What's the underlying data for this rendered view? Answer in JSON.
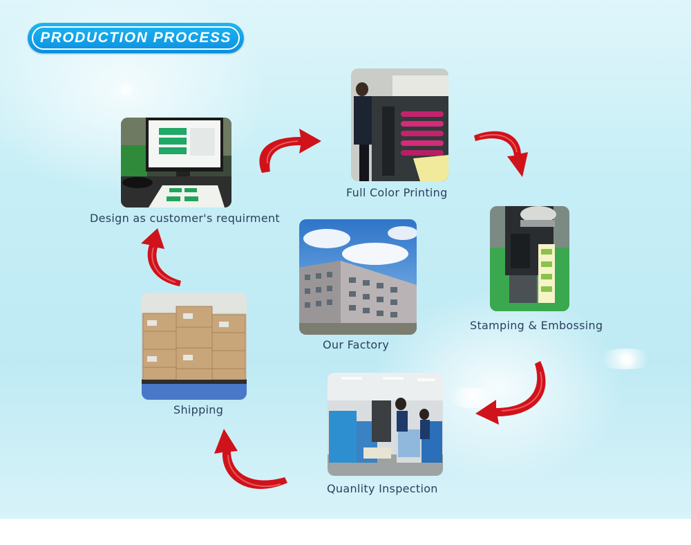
{
  "title": "PRODUCTION PROCESS",
  "steps": {
    "design": {
      "label": "Design as customer's requirment"
    },
    "printing": {
      "label": "Full Color Printing"
    },
    "stamping": {
      "label": "Stamping & Embossing"
    },
    "inspection": {
      "label": "Quanlity Inspection"
    },
    "shipping": {
      "label": "Shipping"
    },
    "factory": {
      "label": "Our Factory"
    }
  },
  "colors": {
    "background": "#c6eef6",
    "title_pill": "#0c8fdf",
    "label_text": "#2a3f5c",
    "arrow": "#d0121b"
  },
  "icons": [
    "curved-arrow-icon"
  ]
}
